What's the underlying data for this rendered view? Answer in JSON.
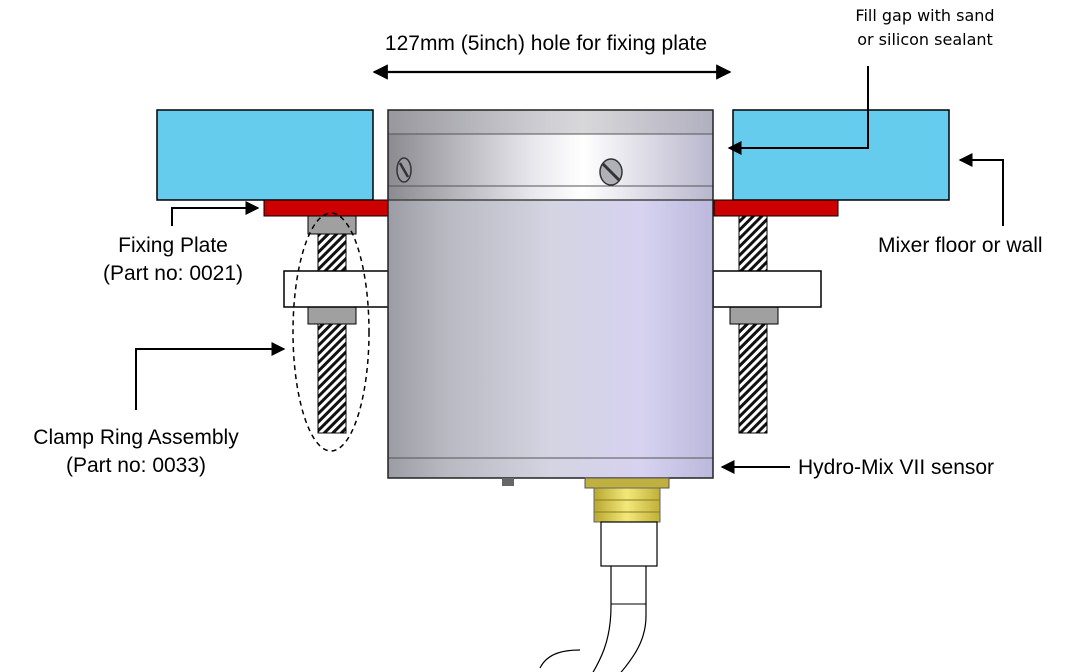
{
  "labels": {
    "hole": "127mm (5inch) hole for fixing plate",
    "gap_line1": "Fill gap with sand",
    "gap_line2": "or silicon sealant",
    "fixing_plate_line1": "Fixing Plate",
    "fixing_plate_line2": "(Part no: 0021)",
    "mixer": "Mixer floor or wall",
    "clamp_line1": "Clamp Ring Assembly",
    "clamp_line2": "(Part no: 0033)",
    "sensor": "Hydro-Mix VII sensor"
  },
  "colors": {
    "mixer_wall": "#66ccee",
    "fixing_plate": "#cc0000",
    "nut": "#a0a0a0",
    "connector": "#e0d040",
    "sensor_body": "#c8c8d8"
  }
}
